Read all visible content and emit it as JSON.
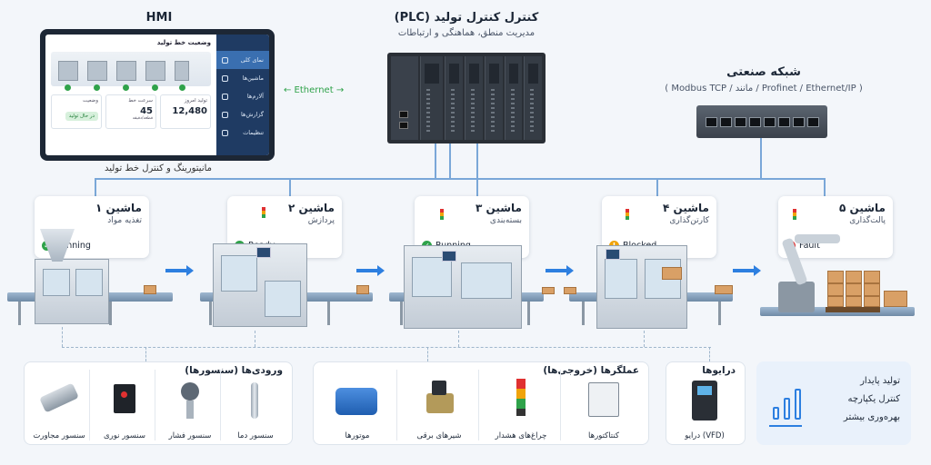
{
  "hmi": {
    "title": "HMI",
    "caption": "مانیتورینگ و کنترل خط تولید",
    "sidebar": [
      "نمای کلی",
      "ماشین‌ها",
      "آلارم‌ها",
      "گزارش‌ها",
      "تنظیمات"
    ],
    "screen_title": "وضعیت خط تولید",
    "cards": [
      {
        "label": "تولید امروز",
        "value": "12,480"
      },
      {
        "label": "سرعت خط",
        "value": "45",
        "unit": "قطعه/دقیقه"
      },
      {
        "label": "وضعیت",
        "badge": "در حال تولید"
      }
    ]
  },
  "link_label": "← Ethernet →",
  "plc": {
    "title": "(PLC) کنترل کنترل تولید",
    "subtitle": "مدیریت منطق، هماهنگی و ارتباطات"
  },
  "network": {
    "title": "شبکه صنعتی",
    "subtitle": "( Modbus TCP / مانند / Profinet / Ethernet/IP )"
  },
  "machines": [
    {
      "title": "ماشین ۱",
      "subtitle": "تغذیه مواد",
      "status": "Running",
      "status_color": "#2fa24a"
    },
    {
      "title": "ماشین ۲",
      "subtitle": "پردازش",
      "status": "Ready",
      "status_color": "#2fa24a"
    },
    {
      "title": "ماشین ۳",
      "subtitle": "بسته‌بندی",
      "status": "Running",
      "status_color": "#2fa24a"
    },
    {
      "title": "ماشین ۴",
      "subtitle": "کارتن‌گذاری",
      "status": "Blocked",
      "status_color": "#f0a30a"
    },
    {
      "title": "ماشین ۵",
      "subtitle": "پالت‌گذاری",
      "status": "Fault",
      "status_color": "#e03131"
    }
  ],
  "inputs": {
    "title": "ورودی‌ها (سنسورها)",
    "items": [
      "سنسور دما",
      "سنسور فشار",
      "سنسور نوری",
      "سنسور مجاورت"
    ]
  },
  "outputs": {
    "title": "عملگرها (خروجی‌ها)",
    "items": [
      "کنتاکتورها",
      "چراغ‌های هشدار",
      "شیرهای برقی",
      "موتورها"
    ]
  },
  "drives": {
    "title": "درایوها",
    "items": [
      "درایو (VFD)"
    ]
  },
  "benefits": [
    "تولید پایدار",
    "کنترل یکپارچه",
    "بهره‌وری بیشتر"
  ],
  "colors": {
    "accent": "#2d7fe0",
    "link": "#2fa24a",
    "wire": "#7aa7d8"
  }
}
